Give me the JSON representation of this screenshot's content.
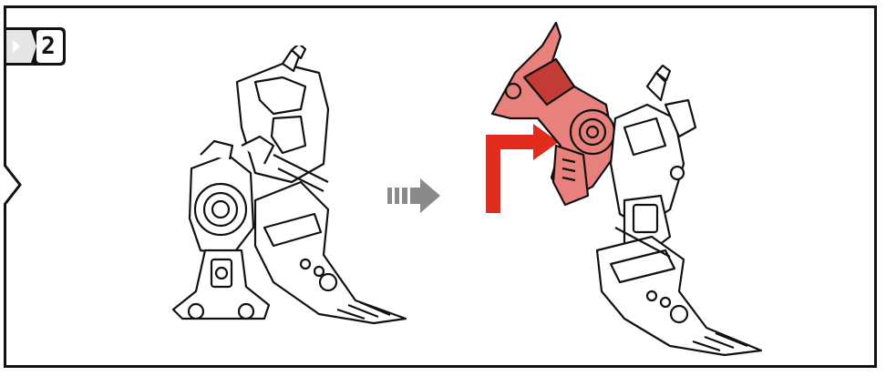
{
  "step": {
    "number": "2"
  },
  "colors": {
    "outline": "#111111",
    "highlight_fill": "#e8807c",
    "highlight_dark": "#c23b36",
    "arrow_gray": "#8a8a8a",
    "bracket_red": "#e02b1d"
  },
  "icons": {
    "progress_arrow": "triple-bar-arrow-right",
    "move_direction": "red-L-arrow"
  }
}
